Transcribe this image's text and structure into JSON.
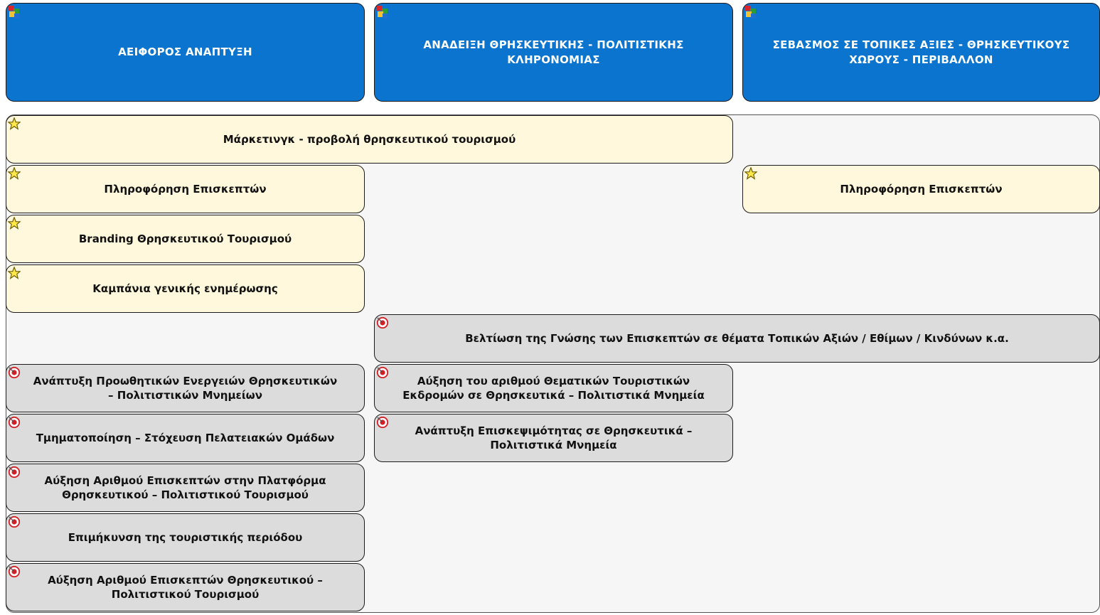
{
  "headers": [
    "ΑΕΙΦΟΡΟΣ ΑΝΑΠΤΥΞΗ",
    "ΑΝΑΔΕΙΞΗ ΘΡΗΣΚΕΥΤΙΚΗΣ - ΠΟΛΙΤΙΣΤΙΚΗΣ ΚΛΗΡΟΝΟΜΙΑΣ",
    "ΣΕΒΑΣΜΟΣ ΣΕ ΤΟΠΙΚΕΣ ΑΞΙΕΣ - ΘΡΗΣΚΕΥΤΙΚΟΥΣ ΧΩΡΟΥΣ - ΠΕΡΙΒΑΛΛΟΝ"
  ],
  "strategies": [
    "Μάρκετινγκ - προβολή θρησκευτικού τουρισμού",
    "Πληροφόρηση Επισκεπτών",
    "Branding Θρησκευτικού Τουρισμού",
    "Καμπάνια γενικής ενημέρωσης",
    "Πληροφόρηση Επισκεπτών"
  ],
  "objectives": [
    "Βελτίωση της Γνώσης των Επισκεπτών σε θέματα Τοπικών Αξιών / Εθίμων / Κινδύνων κ.α.",
    "Ανάπτυξη Προωθητικών Ενεργειών Θρησκευτικών – Πολιτιστικών Μνημείων",
    "Αύξηση του αριθμού Θεματικών Τουριστικών Εκδρομών σε Θρησκευτικά – Πολιτιστικά Μνημεία",
    "Τμηματοποίηση – Στόχευση Πελατειακών Ομάδων",
    "Ανάπτυξη Επισκεψιμότητας σε Θρησκευτικά – Πολιτιστικά Μνημεία",
    "Αύξηση Αριθμού Επισκεπτών στην Πλατφόρμα Θρησκευτικού – Πολιτιστικού Τουρισμού",
    "Επιμήκυνση της τουριστικής περιόδου",
    "Αύξηση Αριθμού Επισκεπτών Θρησκευτικού – Πολιτιστικού Τουρισμού"
  ],
  "icons": {
    "header": "puzzle-icon",
    "strategy": "star-icon",
    "objective": "target-icon"
  }
}
